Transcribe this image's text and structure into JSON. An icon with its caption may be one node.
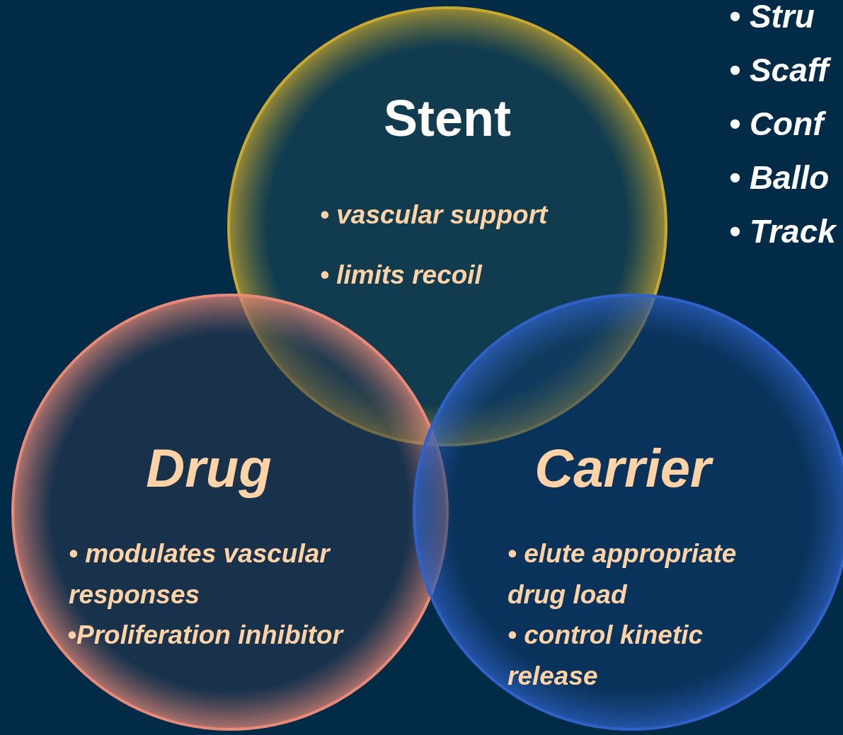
{
  "diagram": {
    "nodes": [
      {
        "text": [
          "Stent",
          "• vascular support",
          "• limits recoil"
        ]
      },
      {
        "text": [
          "Drug",
          "• modulates vascular responses",
          "•Proliferation inhibitor"
        ]
      },
      {
        "text": [
          "Carrier",
          "• elute appropriate drug load",
          "• control kinetic release"
        ]
      }
    ],
    "edges": [],
    "labels": [
      "• Stru",
      "• Scaff",
      "• Conf",
      "• Ballo",
      "• Track"
    ]
  }
}
